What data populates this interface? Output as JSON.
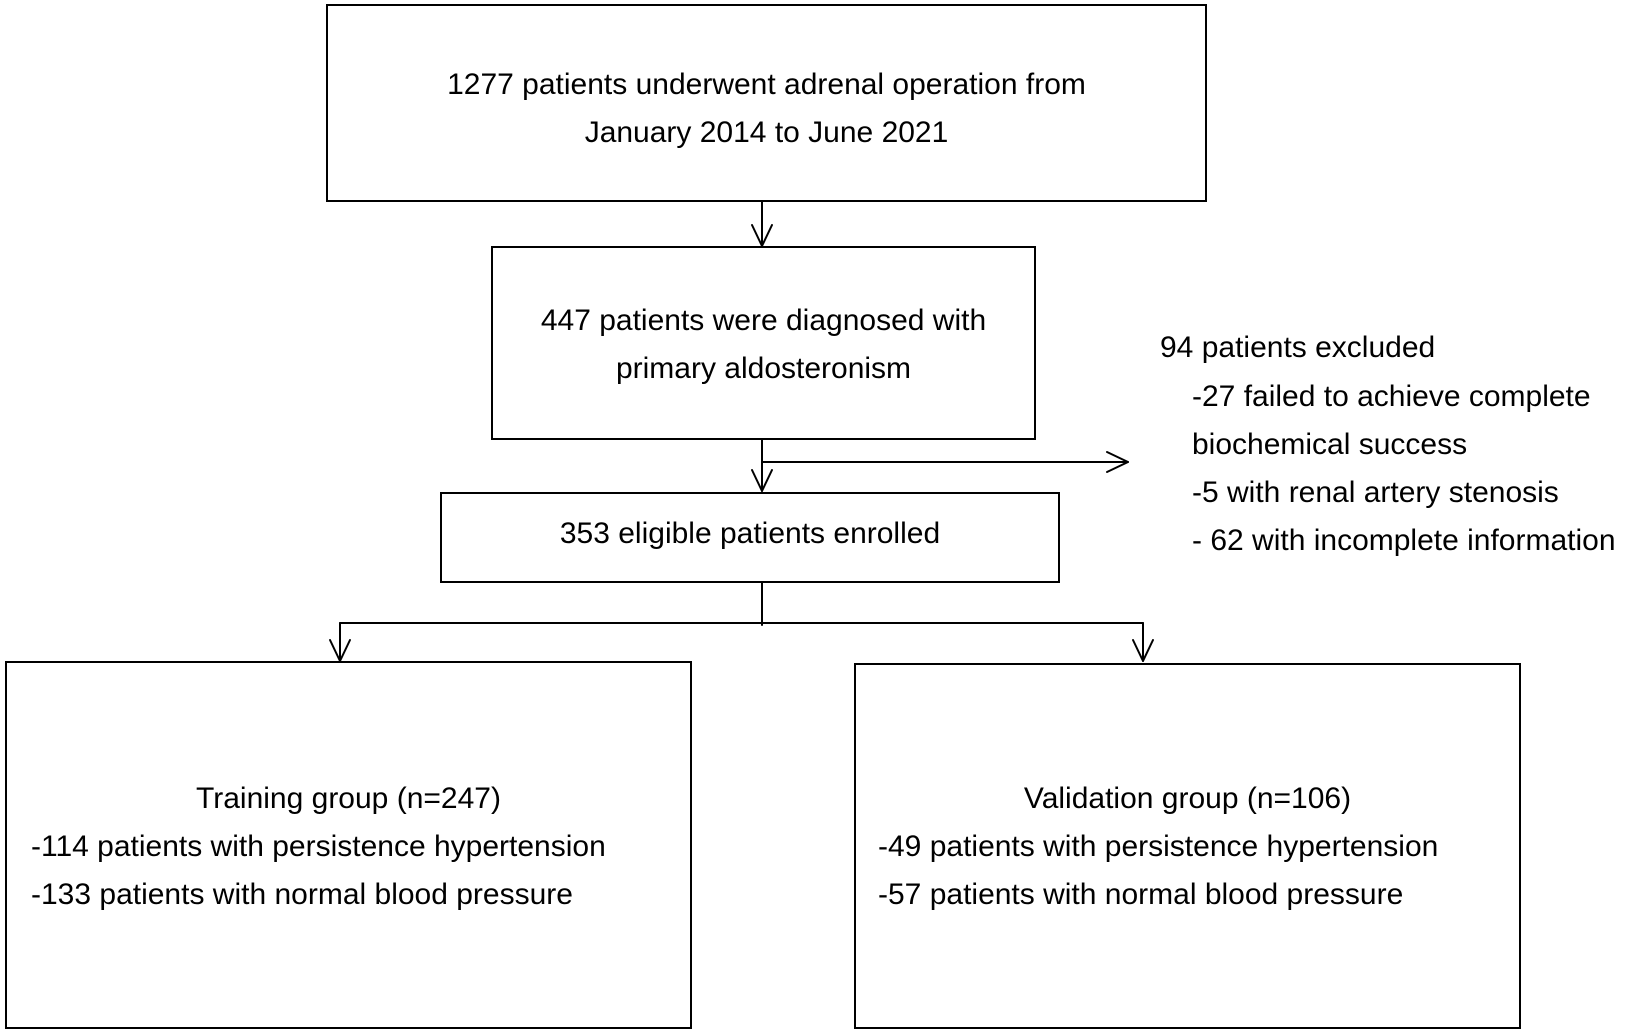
{
  "boxes": {
    "surgery": {
      "lines": [
        "1277 patients underwent adrenal operation from",
        "January 2014 to June 2021"
      ]
    },
    "diagnosed": {
      "lines": [
        "447 patients were diagnosed with",
        "primary aldosteronism"
      ]
    },
    "enrolled": {
      "lines": [
        "353 eligible patients enrolled"
      ]
    },
    "training": {
      "title": "Training group (n=247)",
      "items": [
        "-114 patients with persistence hypertension",
        "-133 patients with normal blood pressure"
      ]
    },
    "validation": {
      "title": "Validation group (n=106)",
      "items": [
        "-49 patients with persistence hypertension",
        "-57 patients with normal blood pressure"
      ]
    }
  },
  "exclusion": {
    "title": "94 patients excluded",
    "items": [
      "-27 failed to achieve complete",
      "biochemical success",
      "-5 with renal artery stenosis",
      "- 62 with incomplete information"
    ]
  }
}
